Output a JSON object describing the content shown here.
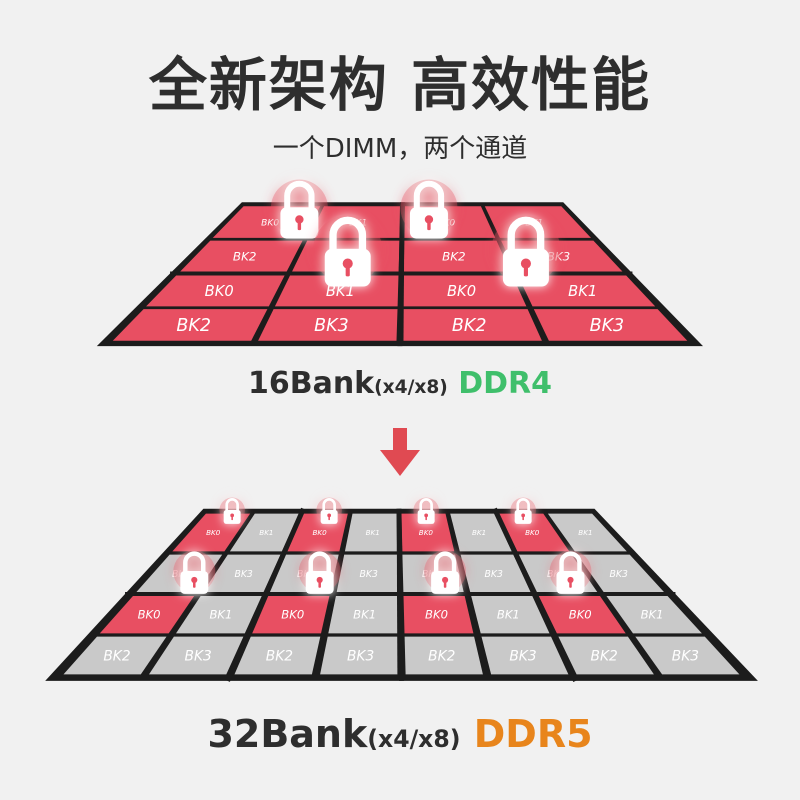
{
  "title": "全新架构 高效性能",
  "subtitle": "一个DIMM，两个通道",
  "ddr4": {
    "bank_count": "16Bank",
    "config": "(x4/x8)",
    "name": "DDR4",
    "bank_labels": [
      "BK0",
      "BK1",
      "BK2",
      "BK3"
    ]
  },
  "ddr5": {
    "bank_count": "32Bank",
    "config": "(x4/x8)",
    "name": "DDR5",
    "bank_labels": [
      "BK0",
      "BK1",
      "BK2",
      "BK3"
    ]
  },
  "icons": {
    "lock": "padlock-icon",
    "arrow": "arrow-down-icon"
  },
  "colors": {
    "bank_active": "#e84f62",
    "bank_idle": "#c9c9c9",
    "grid_frame": "#1c1c1c",
    "ddr4_accent": "#3fbf6b",
    "ddr5_accent": "#e8851c",
    "arrow": "#e04a52"
  }
}
